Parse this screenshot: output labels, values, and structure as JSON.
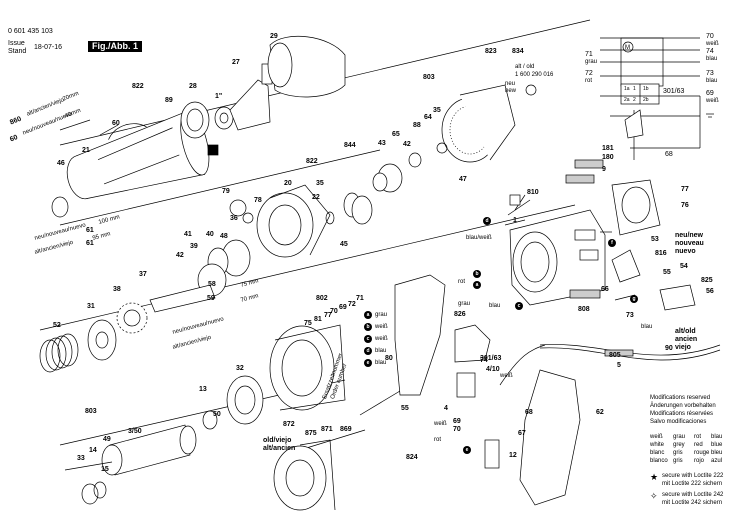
{
  "header": {
    "doc_number": "0 601 435 103",
    "issue_label": "Issue",
    "stand_label": "Stand",
    "issue_date": "18-07-16",
    "figure_label": "Fig./Abb. 1"
  },
  "rotated_notes": {
    "alt_860": "860",
    "alt_860_text": "alt/ancien/viejo",
    "alt_860_dim": "20mm",
    "neu_60": "60",
    "neu_60_text": "neu/nouveau/nuevo",
    "neu_60_dim": "40mm",
    "neu_100": "neu/nouveau/nuevo",
    "neu_100_dim": "100 mm",
    "alt_95": "alt/ancien/viejo",
    "alt_95_dim": "95 mm",
    "neu_75": "neu/nouveau/nuevo",
    "neu_75_dim": "75 mm",
    "alt_70": "alt/ancien/viejo",
    "alt_70_dim": "70 mm",
    "replacement": "Ersatzzeitnummer",
    "order_number": "Order number"
  },
  "inline_notes": {
    "alt_old_1": "alt / old",
    "alt_old_num": "1 600 290 016",
    "neu_new": "neu",
    "neu_new_2": "new",
    "blau_weiss": "blau/weiß",
    "neu_block_1": "neu/new",
    "neu_block_2": "nouveau",
    "neu_block_3": "nuevo",
    "alt_block_1": "alt/old",
    "alt_block_2": "ancien",
    "alt_block_3": "viejo",
    "old_viejo": "old/viejo",
    "alt_ancien": "alt/ancien",
    "d_inch": "1\""
  },
  "wire_labels": {
    "rot": "rot",
    "grau": "grau",
    "blau": "blau",
    "weiss": "weiß",
    "rot2": "rot",
    "weiss2": "weiß",
    "blau2": "blau"
  },
  "legend_callouts": [
    {
      "code": "a",
      "color": "grau"
    },
    {
      "code": "b",
      "color": "weiß"
    },
    {
      "code": "c",
      "color": "weiß"
    },
    {
      "code": "d",
      "color": "blau"
    },
    {
      "code": "e",
      "color": "blau"
    }
  ],
  "schematic": {
    "labels": [
      "70",
      "weiß",
      "74",
      "blau",
      "71",
      "grau",
      "72",
      "rot",
      "73",
      "blau",
      "69",
      "weiß",
      "68",
      "301/63"
    ],
    "terminals": [
      "1a",
      "1",
      "1b",
      "2a",
      "2",
      "2b"
    ]
  },
  "part_numbers": [
    "29",
    "822",
    "89",
    "28",
    "27",
    "60",
    "21",
    "46",
    "823",
    "834",
    "803",
    "65",
    "64",
    "88",
    "35",
    "42",
    "43",
    "822",
    "844",
    "20",
    "35",
    "45",
    "79",
    "78",
    "36",
    "22",
    "40",
    "181",
    "180",
    "9",
    "810",
    "1",
    "39",
    "48",
    "37",
    "42",
    "38",
    "58",
    "59",
    "53",
    "816",
    "54",
    "825",
    "55",
    "56",
    "31",
    "52",
    "802",
    "75",
    "81",
    "77",
    "70",
    "69",
    "72",
    "71",
    "74",
    "826",
    "73",
    "80",
    "808",
    "805",
    "90",
    "32",
    "47",
    "13",
    "50",
    "803",
    "49",
    "14",
    "33",
    "15",
    "3/50",
    "872",
    "875",
    "871",
    "869",
    "55",
    "4",
    "69",
    "70",
    "824",
    "67",
    "68",
    "62",
    "12",
    "301/63",
    "4/10",
    "5",
    "66",
    "61",
    "61",
    "77",
    "76",
    "41",
    "a",
    "b",
    "c",
    "d",
    "e",
    "f",
    "g"
  ],
  "legend": {
    "mods": [
      "Modifications reserved",
      "Änderungen vorbehalten",
      "Modifications réservées",
      "Salvo modificaciones"
    ],
    "colors": [
      [
        "weiß",
        "grau",
        "rot",
        "blau"
      ],
      [
        "white",
        "grey",
        "red",
        "blue"
      ],
      [
        "blanc",
        "gris",
        "rouge",
        "bleu"
      ],
      [
        "blanco",
        "gris",
        "rojo",
        "azul"
      ]
    ],
    "loctite_222": [
      "secure with Loctite 222",
      "mit Loctite 222 sichern"
    ],
    "loctite_242": [
      "secure with Loctite 242",
      "mit Loctite 242 sichern"
    ]
  }
}
